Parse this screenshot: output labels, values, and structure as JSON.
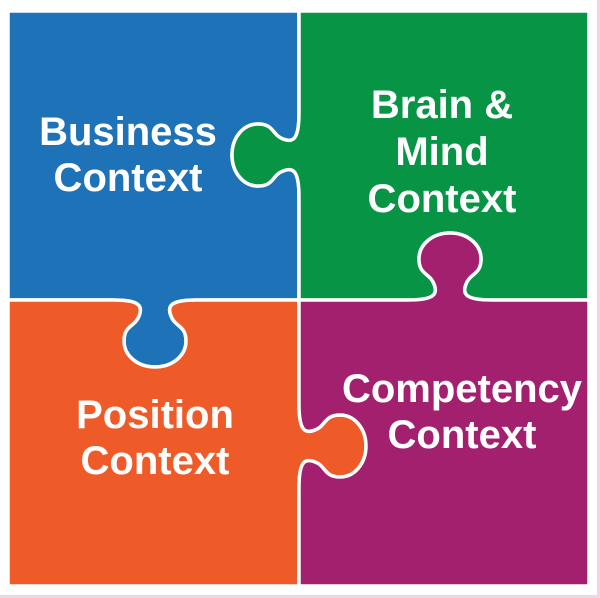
{
  "diagram": {
    "type": "jigsaw-puzzle-quadrants",
    "background_color": "#ffffff",
    "seam_color": "#ffffff",
    "text_color": "#ffffff",
    "pieces": {
      "business": {
        "position": "top-left",
        "color": "#1d72b8",
        "label": "Business Context",
        "lines": [
          "Business",
          "Context"
        ]
      },
      "brain_mind": {
        "position": "top-right",
        "color": "#089445",
        "label": "Brain & Mind Context",
        "lines": [
          "Brain &",
          "Mind",
          "Context"
        ]
      },
      "position": {
        "position": "bottom-left",
        "color": "#ef5b28",
        "label": "Position Context",
        "lines": [
          "Position",
          "Context"
        ]
      },
      "competency": {
        "position": "bottom-right",
        "color": "#a3206e",
        "label": "Competency Context",
        "lines": [
          "Competency",
          "Context"
        ]
      }
    }
  }
}
